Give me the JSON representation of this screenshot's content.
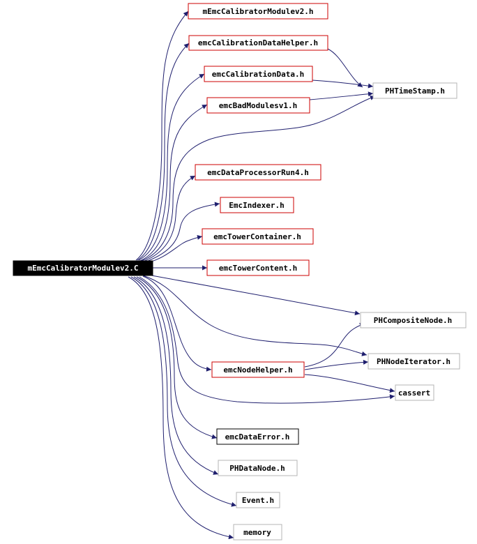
{
  "colors": {
    "edge": "#1f1f6e",
    "red_border": "#cc0000",
    "gray_border": "#b4b4b4",
    "black_border": "#000000",
    "root_fill": "#000000",
    "root_text": "#ffffff",
    "text": "#000000"
  },
  "root": {
    "label": "mEmcCalibratorModulev2.C"
  },
  "nodes": {
    "mEmcCalibratorModulev2_h": "mEmcCalibratorModulev2.h",
    "emcCalibrationDataHelper_h": "emcCalibrationDataHelper.h",
    "emcCalibrationData_h": "emcCalibrationData.h",
    "emcBadModulesv1_h": "emcBadModulesv1.h",
    "PHTimeStamp_h": "PHTimeStamp.h",
    "emcDataProcessorRun4_h": "emcDataProcessorRun4.h",
    "EmcIndexer_h": "EmcIndexer.h",
    "emcTowerContainer_h": "emcTowerContainer.h",
    "emcTowerContent_h": "emcTowerContent.h",
    "PHCompositeNode_h": "PHCompositeNode.h",
    "PHNodeIterator_h": "PHNodeIterator.h",
    "emcNodeHelper_h": "emcNodeHelper.h",
    "cassert": "cassert",
    "emcDataError_h": "emcDataError.h",
    "PHDataNode_h": "PHDataNode.h",
    "Event_h": "Event.h",
    "memory": "memory"
  }
}
